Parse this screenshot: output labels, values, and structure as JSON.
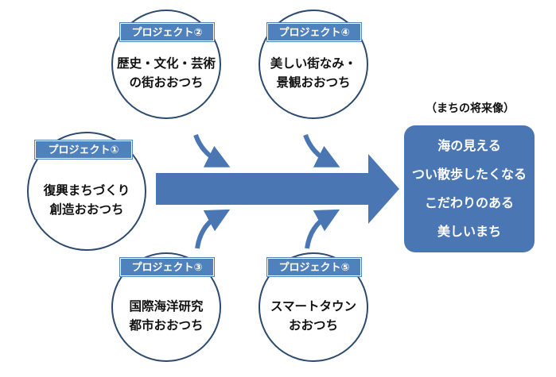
{
  "projects": [
    {
      "label": "プロジェクト①",
      "lines": [
        "復興まちづくり",
        "創造おおつち"
      ]
    },
    {
      "label": "プロジェクト②",
      "lines": [
        "歴史・文化・芸術",
        "の街おおつち"
      ]
    },
    {
      "label": "プロジェクト③",
      "lines": [
        "国際海洋研究",
        "都市おおつち"
      ]
    },
    {
      "label": "プロジェクト④",
      "lines": [
        "美しい街なみ・",
        "景観おおつち"
      ]
    },
    {
      "label": "プロジェクト⑤",
      "lines": [
        "スマートタウン",
        "おおつち"
      ]
    }
  ],
  "future": {
    "caption": "（まちの将来像）",
    "lines": [
      "海の見える",
      "つい散歩したくなる",
      "こだわりのある",
      "美しいまち"
    ]
  },
  "colors": {
    "arrow": "#4a77b4",
    "label_bg": "#4f81bd",
    "circle_border": "#2c4a6e",
    "future_bg": "#4a77b4"
  }
}
